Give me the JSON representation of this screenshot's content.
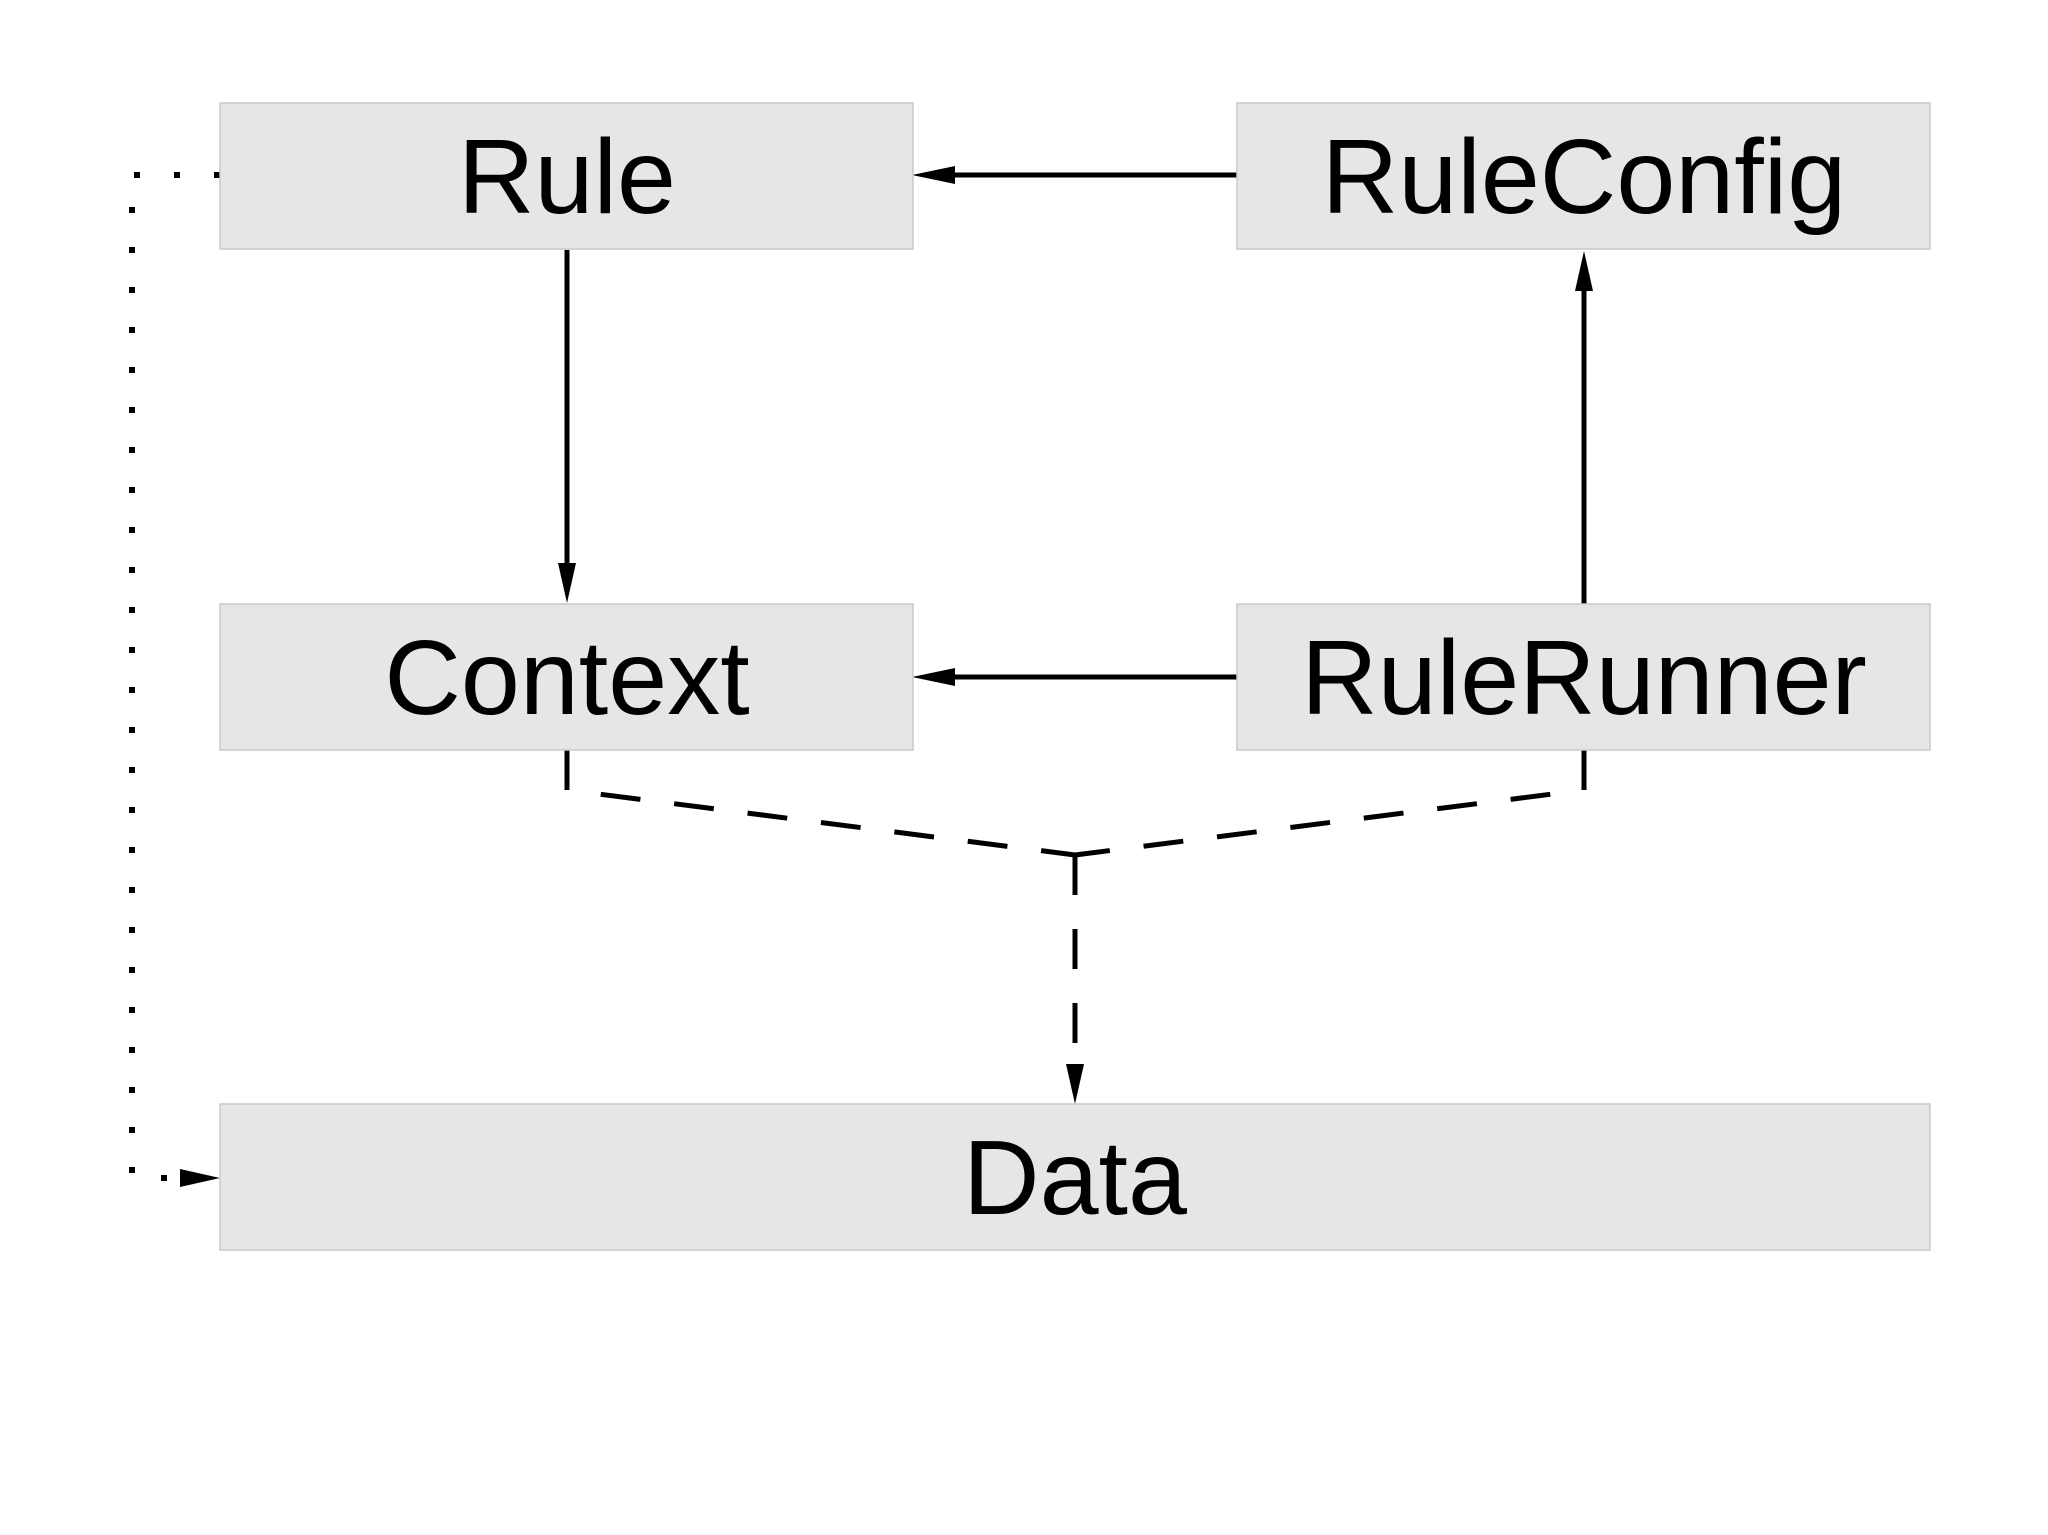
{
  "nodes": [
    {
      "id": "rule",
      "label": "Rule"
    },
    {
      "id": "rule_config",
      "label": "RuleConfig"
    },
    {
      "id": "context",
      "label": "Context"
    },
    {
      "id": "rule_runner",
      "label": "RuleRunner"
    },
    {
      "id": "data",
      "label": "Data"
    }
  ],
  "edges": [
    {
      "from": "rule_config",
      "to": "rule",
      "style": "solid"
    },
    {
      "from": "rule",
      "to": "context",
      "style": "solid"
    },
    {
      "from": "rule_runner",
      "to": "rule_config",
      "style": "solid"
    },
    {
      "from": "rule_runner",
      "to": "context",
      "style": "solid"
    },
    {
      "from": "context",
      "to": "data",
      "style": "dashed"
    },
    {
      "from": "rule_runner",
      "to": "data",
      "style": "dashed"
    },
    {
      "from": "rule",
      "to": "data",
      "style": "dotted"
    }
  ]
}
